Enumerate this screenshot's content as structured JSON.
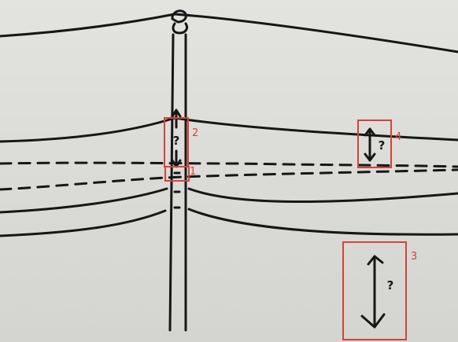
{
  "diagram": {
    "box_labels": [
      "2",
      "1",
      "4",
      "3"
    ],
    "uncertainty_marks": [
      "?",
      "?",
      "?"
    ],
    "colors": {
      "ink": "#161616",
      "annotation": "#d4423a",
      "board": "#dcdcd8"
    }
  }
}
